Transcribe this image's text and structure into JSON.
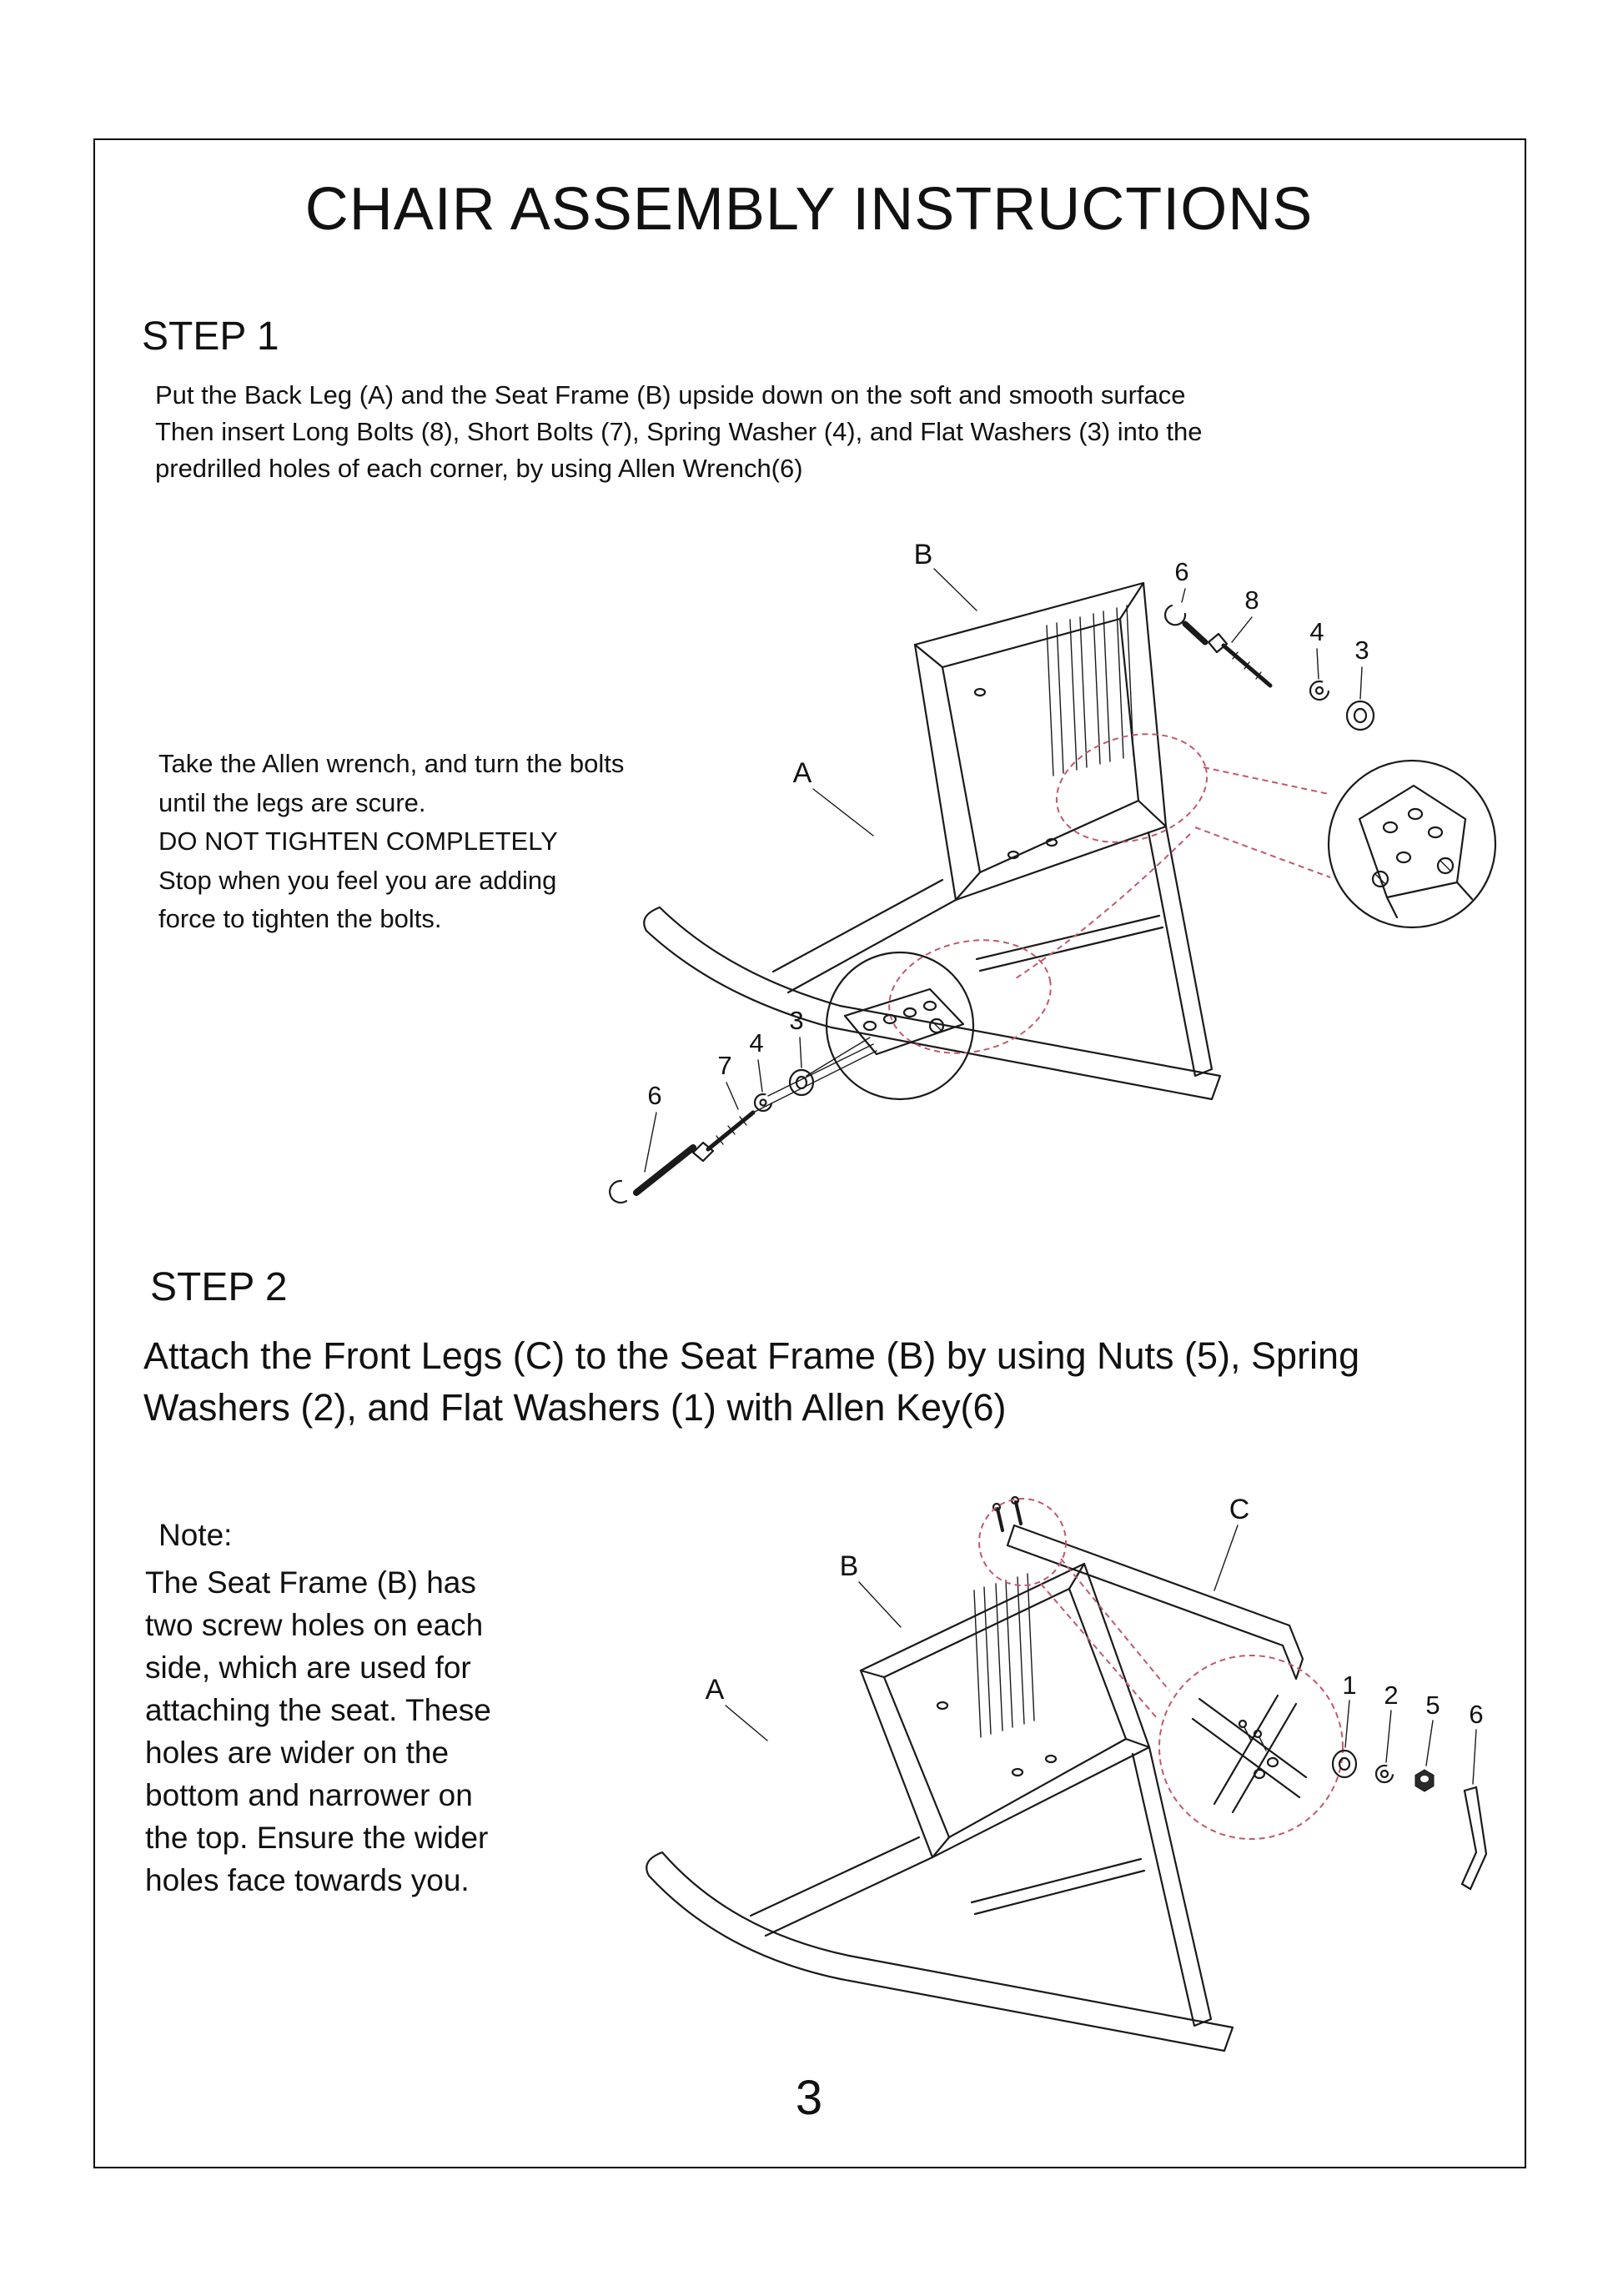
{
  "doc": {
    "title": "CHAIR ASSEMBLY INSTRUCTIONS",
    "page_number": "3"
  },
  "colors": {
    "line": "#1a1a1a",
    "callout": "#c0596b"
  },
  "step1": {
    "heading": "STEP 1",
    "body": "Put the Back Leg (A) and the Seat Frame (B) upside down on the soft and smooth surface\nThen insert Long Bolts (8), Short Bolts (7), Spring Washer (4), and Flat Washers (3) into the\npredrilled holes of each corner, by using Allen Wrench(6)",
    "side_note": "Take the Allen wrench, and turn the bolts\nuntil the legs are scure.\nDO NOT TIGHTEN COMPLETELY\nStop when you feel you are adding\nforce to tighten the bolts.",
    "labels": {
      "seat_frame": "B",
      "back_leg": "A",
      "allen_wrench_top": "6",
      "long_bolt": "8",
      "spring_washer_top": "4",
      "flat_washer_top": "3",
      "flat_washer_bottom": "3",
      "spring_washer_bottom": "4",
      "short_bolt": "7",
      "allen_wrench_bottom": "6"
    }
  },
  "step2": {
    "heading": "STEP 2",
    "body": "Attach the Front Legs (C) to the Seat Frame (B) by using Nuts (5), Spring\nWashers (2), and Flat Washers (1) with Allen Key(6)",
    "note_heading": "Note:",
    "note_body": "The Seat Frame (B) has\ntwo screw holes on each\nside, which are used for\nattaching the seat. These\nholes are wider on the\nbottom and narrower on\nthe top. Ensure the wider\nholes face towards you.",
    "labels": {
      "front_leg": "C",
      "seat_frame": "B",
      "back_leg": "A",
      "flat_washer": "1",
      "spring_washer": "2",
      "nut": "5",
      "allen_key": "6"
    }
  }
}
